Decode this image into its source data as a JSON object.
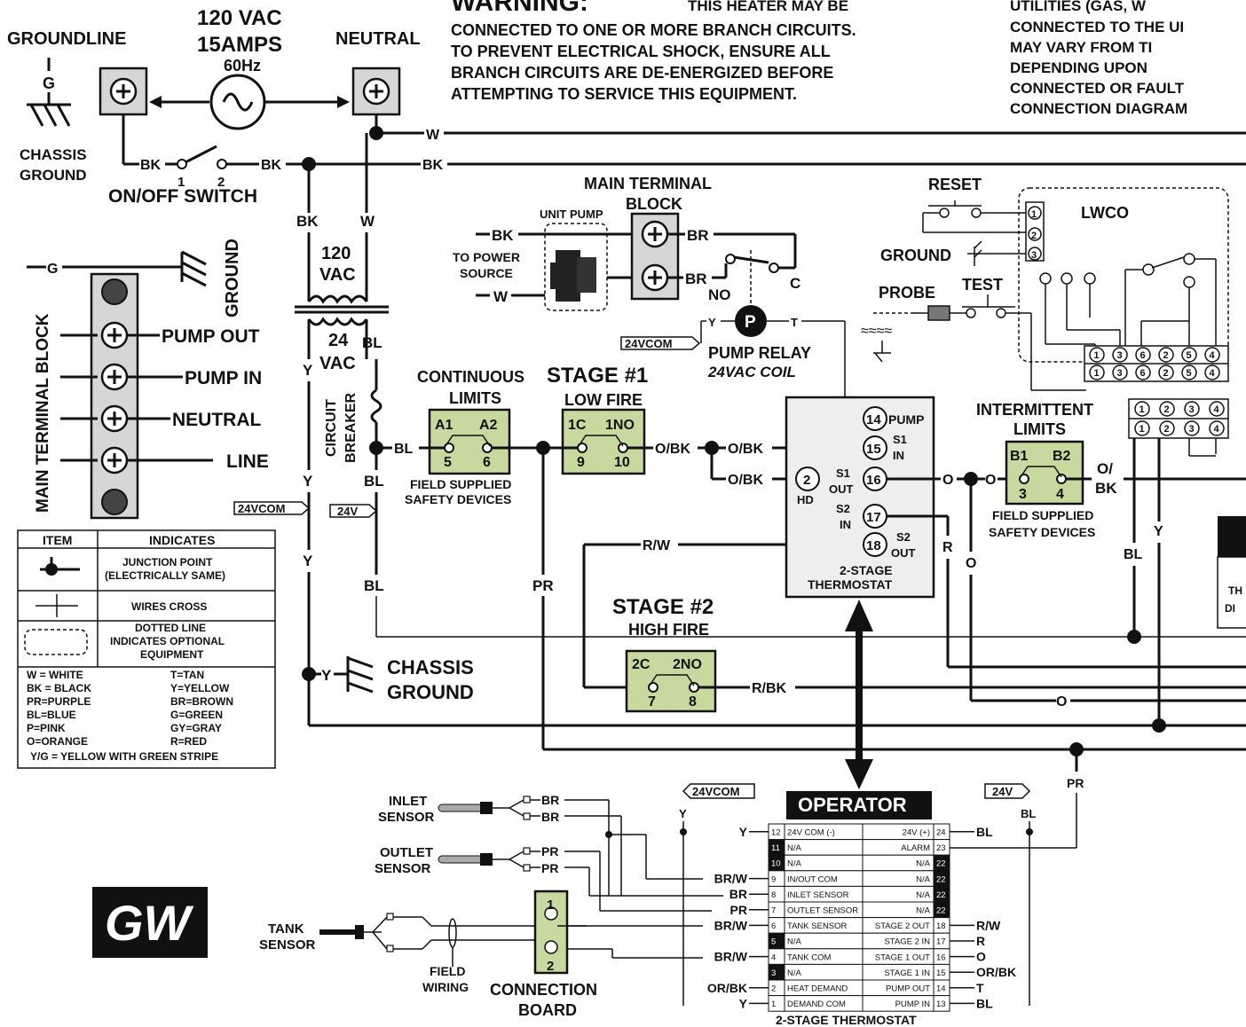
{
  "header": {
    "groundline": "GROUNDLINE",
    "supply_voltage": "120 VAC",
    "supply_amps": "15AMPS",
    "supply_freq": "60Hz",
    "neutral": "NEUTRAL",
    "g_label": "G",
    "chassis_ground": "CHASSIS GROUND",
    "onoff_switch": "ON/OFF SWITCH"
  },
  "warning": {
    "title": "WARNING:",
    "line1": "THIS HEATER MAY BE",
    "line2": "CONNECTED TO ONE OR MORE BRANCH CIRCUITS.",
    "line3": "TO PREVENT ELECTRICAL SHOCK, ENSURE ALL",
    "line4": "BRANCH CIRCUITS ARE DE-ENERGIZED BEFORE",
    "line5": "ATTEMPTING TO SERVICE THIS EQUIPMENT."
  },
  "note_right": {
    "line1": "UTILITIES (GAS, W",
    "line2": "CONNECTED TO THE UI",
    "line3": "MAY VARY FROM TI",
    "line4": "DEPENDING UPON",
    "line5": "CONNECTED OR FAULT",
    "line6": "CONNECTION DIAGRAM"
  },
  "main_terminal_block": {
    "title": "MAIN TERMINAL BLOCK",
    "ground": "GROUND",
    "pump_out": "PUMP OUT",
    "pump_in": "PUMP IN",
    "neutral": "NEUTRAL",
    "line": "LINE"
  },
  "transformer": {
    "primary": "120 VAC",
    "secondary": "24 VAC",
    "circuit_breaker": "CIRCUIT BREAKER"
  },
  "pump_block": {
    "title": "MAIN TERMINAL BLOCK",
    "unit_pump": "UNIT PUMP",
    "to_power": "TO POWER SOURCE",
    "no": "NO",
    "c": "C",
    "pump_relay": "PUMP RELAY",
    "coil": "24VAC COIL",
    "p": "P"
  },
  "stage1": {
    "continuous": "CONTINUOUS",
    "limits": "LIMITS",
    "title": "STAGE #1",
    "low_fire": "LOW FIRE",
    "field_supplied": "FIELD SUPPLIED",
    "safety_devices": "SAFETY DEVICES"
  },
  "stage2": {
    "title": "STAGE #2",
    "high_fire": "HIGH FIRE"
  },
  "thermostat": {
    "title": "2-STAGE THERMOSTAT",
    "pump": "PUMP",
    "s1_in": "S1 IN",
    "s1_out": "S1 OUT",
    "s2_in": "S2 IN",
    "s2_out": "S2 OUT",
    "hd": "HD"
  },
  "lwco": {
    "title": "LWCO",
    "reset": "RESET",
    "ground": "GROUND",
    "probe": "PROBE",
    "test": "TEST"
  },
  "intermittent": {
    "title": "INTERMITTENT",
    "limits": "LIMITS",
    "field_supplied": "FIELD SUPPLIED",
    "safety_devices": "SAFETY DEVICES"
  },
  "legend": {
    "col_item": "ITEM",
    "col_indicates": "INDICATES",
    "row1": "JUNCTION POINT (ELECTRICALLY SAME)",
    "row2": "WIRES CROSS",
    "row3": "DOTTED LINE INDICATES OPTIONAL EQUIPMENT",
    "colors": [
      [
        "W = WHITE",
        "T=TAN"
      ],
      [
        "BK = BLACK",
        "Y=YELLOW"
      ],
      [
        "PR=PURPLE",
        "BR=BROWN"
      ],
      [
        "BL=BLUE",
        "G=GREEN"
      ],
      [
        "P=PINK",
        "GY=GRAY"
      ],
      [
        "O=ORANGE",
        "R=RED"
      ]
    ],
    "yg": "Y/G = YELLOW WITH GREEN STRIPE"
  },
  "sensors": {
    "inlet": "INLET SENSOR",
    "outlet": "OUTLET SENSOR",
    "tank": "TANK SENSOR",
    "field_wiring": "FIELD WIRING",
    "connection_board": "CONNECTION BOARD"
  },
  "operator": {
    "title": "OPERATOR",
    "footer": "2-STAGE THERMOSTAT",
    "left": [
      {
        "num": "12",
        "label": "24V COM (-)",
        "dark": false
      },
      {
        "num": "11",
        "label": "N/A",
        "dark": true
      },
      {
        "num": "10",
        "label": "N/A",
        "dark": true
      },
      {
        "num": "9",
        "label": "IN/OUT COM",
        "dark": false
      },
      {
        "num": "8",
        "label": "INLET SENSOR",
        "dark": false
      },
      {
        "num": "7",
        "label": "OUTLET SENSOR",
        "dark": false
      },
      {
        "num": "6",
        "label": "TANK SENSOR",
        "dark": false
      },
      {
        "num": "5",
        "label": "N/A",
        "dark": true
      },
      {
        "num": "4",
        "label": "TANK COM",
        "dark": false
      },
      {
        "num": "3",
        "label": "N/A",
        "dark": true
      },
      {
        "num": "2",
        "label": "HEAT DEMAND",
        "dark": false
      },
      {
        "num": "1",
        "label": "DEMAND COM",
        "dark": false
      }
    ],
    "right": [
      {
        "num": "24",
        "label": "24V (+)",
        "dark": false
      },
      {
        "num": "23",
        "label": "ALARM",
        "dark": false
      },
      {
        "num": "22",
        "label": "N/A",
        "dark": true
      },
      {
        "num": "22",
        "label": "N/A",
        "dark": true
      },
      {
        "num": "22",
        "label": "N/A",
        "dark": true
      },
      {
        "num": "22",
        "label": "N/A",
        "dark": true
      },
      {
        "num": "18",
        "label": "STAGE 2 OUT",
        "dark": false
      },
      {
        "num": "17",
        "label": "STAGE 2 IN",
        "dark": false
      },
      {
        "num": "16",
        "label": "STAGE 1 OUT",
        "dark": false
      },
      {
        "num": "15",
        "label": "STAGE 1 IN",
        "dark": false
      },
      {
        "num": "14",
        "label": "PUMP OUT",
        "dark": false
      },
      {
        "num": "13",
        "label": "PUMP IN",
        "dark": false
      }
    ],
    "left_wires": [
      "Y",
      "",
      "",
      "BR/W",
      "BR",
      "PR",
      "BR/W",
      "",
      "BR/W",
      "",
      "OR/BK",
      "Y"
    ],
    "right_wires": [
      "BL",
      "",
      "",
      "",
      "",
      "",
      "R/W",
      "R",
      "O",
      "OR/BK",
      "T",
      "BL"
    ]
  },
  "tags": {
    "vcom": "24VCOM",
    "v24": "24V"
  },
  "logo": "GW"
}
